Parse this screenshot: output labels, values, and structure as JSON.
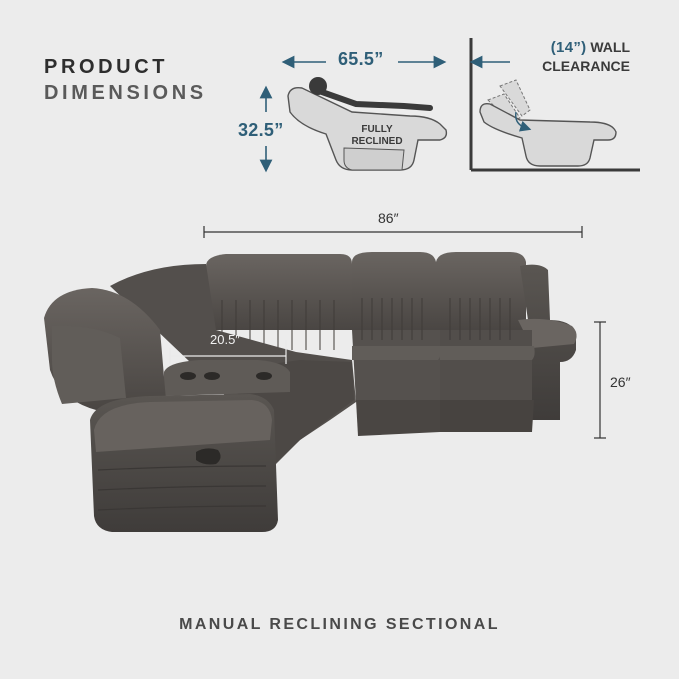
{
  "header": {
    "line1": "PRODUCT",
    "line2": "DIMENSIONS"
  },
  "recline": {
    "width": "65.5”",
    "height": "32.5”",
    "label_line1": "FULLY",
    "label_line2": "RECLINED"
  },
  "wall": {
    "clearance_value": "(14”)",
    "clearance_word": "WALL",
    "clearance_word2": "CLEARANCE"
  },
  "sectional": {
    "width": "86″",
    "depth": "20.5″",
    "height": "26″"
  },
  "footer": {
    "title": "MANUAL RECLINING SECTIONAL"
  },
  "colors": {
    "accent": "#2f5f78",
    "background": "#ececec",
    "upholstery": "#585450"
  }
}
